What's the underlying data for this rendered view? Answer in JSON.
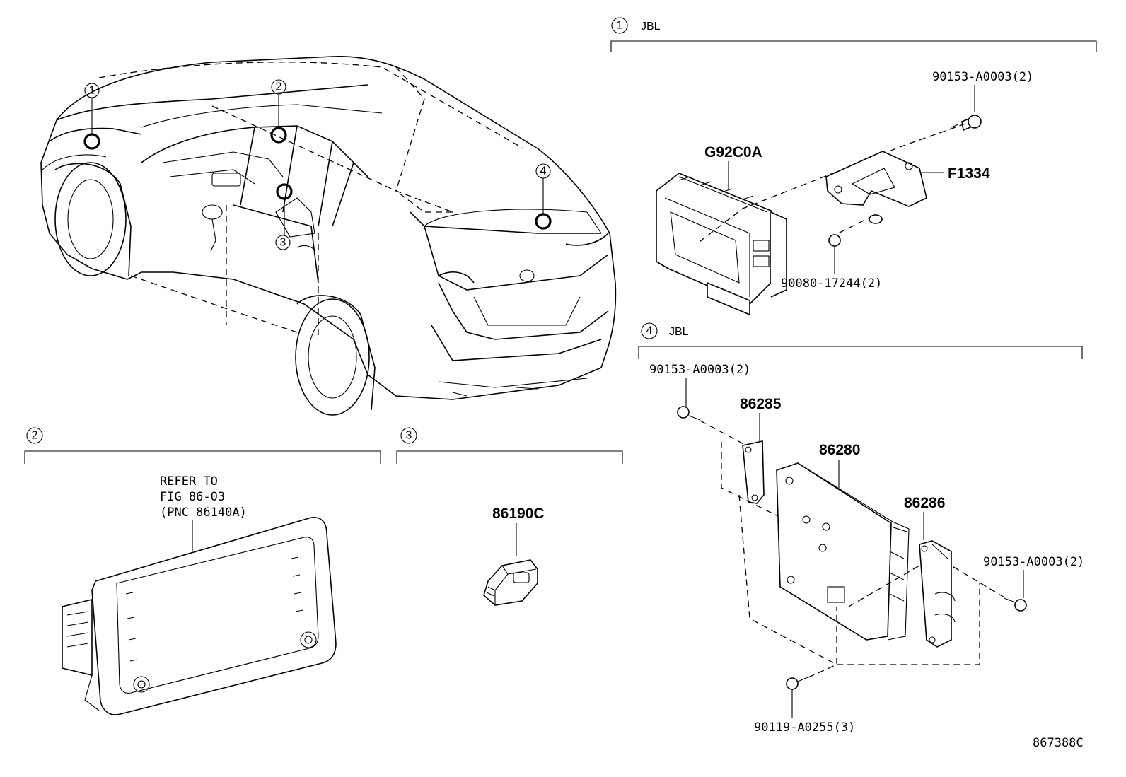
{
  "sections": {
    "s1": {
      "num": "1",
      "label": "JBL"
    },
    "s2": {
      "num": "2"
    },
    "s3": {
      "num": "3"
    },
    "s4": {
      "num": "4",
      "label": "JBL"
    }
  },
  "callouts": {
    "c1": "1",
    "c2": "2",
    "c3": "3",
    "c4": "4"
  },
  "parts": {
    "p_90153_top": "90153-A0003(2)",
    "p_g92c0a": "G92C0A",
    "p_f1334": "F1334",
    "p_90080": "90080-17244(2)",
    "p_90153_left": "90153-A0003(2)",
    "p_86285": "86285",
    "p_86280": "86280",
    "p_86286": "86286",
    "p_90153_right": "90153-A0003(2)",
    "p_90119": "90119-A0255(3)",
    "p_86190c": "86190C"
  },
  "refer": {
    "line1": "REFER TO",
    "line2": "FIG 86-03",
    "line3": "(PNC 86140A)"
  },
  "figure_id": "867388C"
}
